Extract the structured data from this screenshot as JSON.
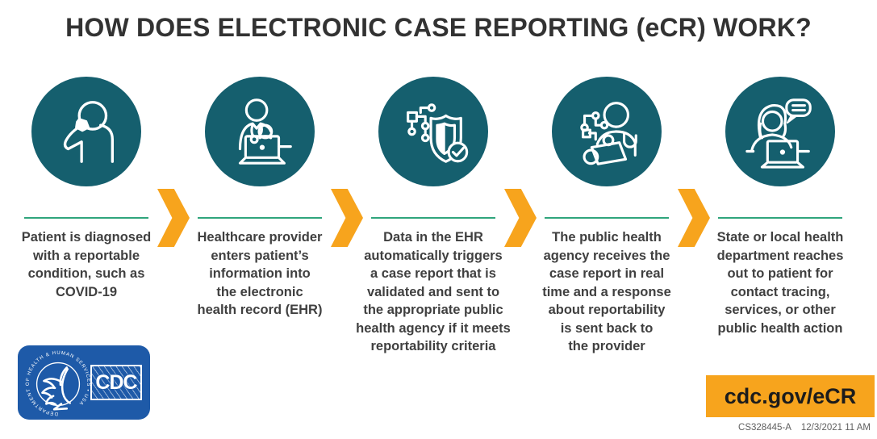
{
  "title": "HOW DOES ELECTRONIC CASE REPORTING (eCR) WORK?",
  "steps": [
    {
      "icon": "coughing-patient-icon",
      "text": "Patient is diagnosed\nwith a reportable\ncondition, such as\nCOVID-19"
    },
    {
      "icon": "provider-at-laptop-icon",
      "text": "Healthcare provider\nenters patient’s\ninformation into\nthe electronic\nhealth record (EHR)"
    },
    {
      "icon": "shield-check-circuit-icon",
      "text": "Data in the EHR\nautomatically triggers\na case report that is\nvalidated and sent to\nthe appropriate public\nhealth agency if it meets\nreportability criteria"
    },
    {
      "icon": "public-health-agency-worker-icon",
      "text": "The public health\nagency receives the\ncase report in real\ntime and a response\nabout reportability\nis sent back to\nthe provider"
    },
    {
      "icon": "health-department-outreach-icon",
      "text": "State or local health\ndepartment reaches\nout to patient for\ncontact tracing,\nservices, or other\npublic health action"
    }
  ],
  "logo": {
    "seal_text": "DEPARTMENT OF HEALTH & HUMAN SERVICES • USA",
    "cdc_label": "CDC"
  },
  "cta": {
    "label": "cdc.gov/eCR"
  },
  "footer": {
    "doc_id": "CS328445-A",
    "timestamp": "12/3/2021 11 AM"
  },
  "colors": {
    "teal_circle": "#155F6E",
    "arrow_orange": "#F7A41D",
    "divider_green": "#2FA57C",
    "logo_blue": "#1E5AA8",
    "body_text": "#404040"
  }
}
